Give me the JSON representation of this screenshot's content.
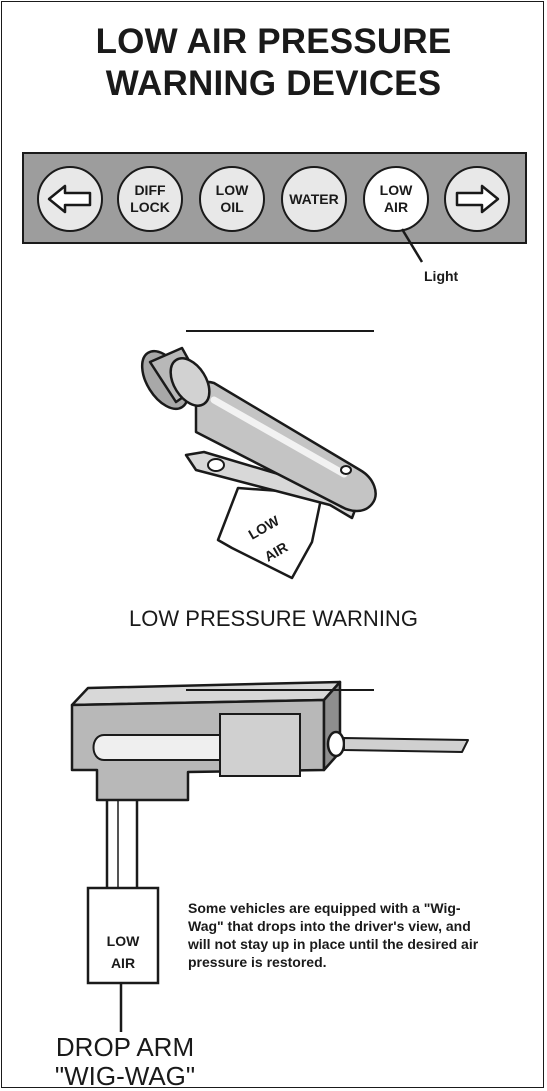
{
  "title": {
    "line1": "LOW AIR PRESSURE",
    "line2": "WARNING DEVICES"
  },
  "dash_panel": {
    "lamps": [
      {
        "icon": "left-arrow-icon"
      },
      {
        "line1": "DIFF",
        "line2": "LOCK"
      },
      {
        "line1": "LOW",
        "line2": "OIL"
      },
      {
        "line1": "WATER"
      },
      {
        "line1": "LOW",
        "line2": "AIR",
        "lit": true
      },
      {
        "icon": "right-arrow-icon"
      }
    ],
    "callout": "Light"
  },
  "buzzer": {
    "flag_line1": "LOW",
    "flag_line2": "AIR",
    "caption": "LOW PRESSURE WARNING"
  },
  "wigwag": {
    "flag_line1": "LOW",
    "flag_line2": "AIR",
    "note": "Some vehicles are equipped with a \"Wig-Wag\" that drops into the driver's view, and will not stay up in place until the desired air pressure is restored.",
    "label_line1": "DROP ARM",
    "label_line2": "\"WIG-WAG\""
  }
}
